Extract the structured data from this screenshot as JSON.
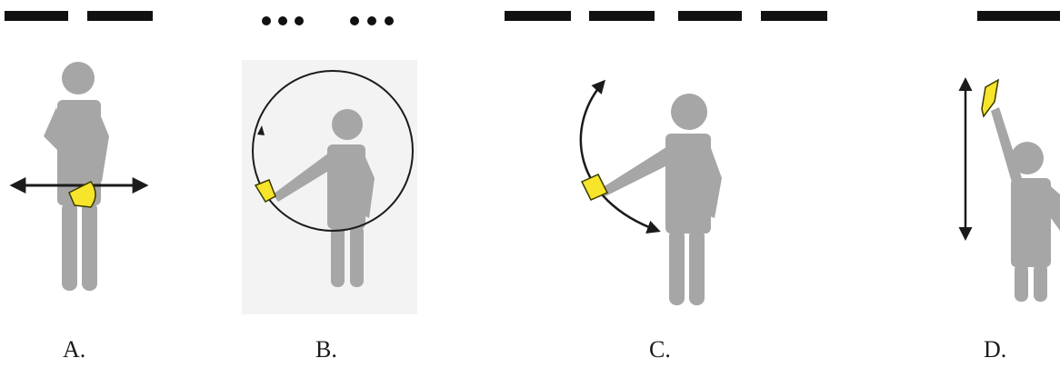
{
  "panels": [
    {
      "label": "A.",
      "signal": "two-long-dashes",
      "motion": "horizontal-wave-low"
    },
    {
      "label": "B.",
      "signal": "two-groups-of-three-dots",
      "motion": "full-circle"
    },
    {
      "label": "C.",
      "signal": "four-long-dashes",
      "motion": "downward-arc"
    },
    {
      "label": "D.",
      "signal": "one-long-dash",
      "motion": "vertical-wave-high"
    }
  ],
  "colors": {
    "figure": "#a6a6a6",
    "flag": "#f6e52a",
    "flag_outline": "#3a3a00",
    "arrow": "#1b1b1b",
    "dash": "#111111"
  }
}
